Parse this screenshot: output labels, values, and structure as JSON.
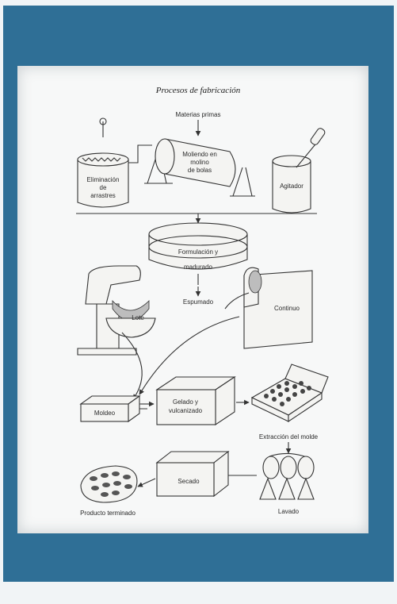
{
  "diagram": {
    "title": "Procesos de fabricación",
    "nodes": {
      "raw_materials": "Materias primas",
      "deaeration": [
        "Eliminación",
        "de",
        "arrastres"
      ],
      "ball_mill": [
        "Moliendo en",
        "molino",
        "de bolas"
      ],
      "agitator": "Agitador",
      "formulation": [
        "Formulación y",
        "madurado"
      ],
      "batch": "Lote",
      "foaming": "Espumado",
      "continuous": "Continuo",
      "molding": "Moldeo",
      "gelling": [
        "Gelado y",
        "vulcanizado"
      ],
      "demolding": "Extracción del molde",
      "washing": "Lavado",
      "drying": "Secado",
      "finished": "Producto terminado"
    }
  },
  "colors": {
    "frame": "#2f6f96",
    "page": "#f7f8f8",
    "ink": "#333333"
  }
}
